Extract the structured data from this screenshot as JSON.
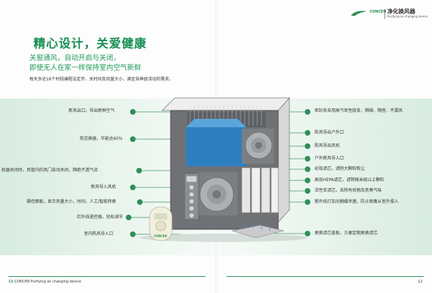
{
  "brand": {
    "logo_text": "CONCEN",
    "title": "净化换风器",
    "tagline": "Purifying an changing device",
    "color": "#2b8c53"
  },
  "headline": "精心设计，关爱健康",
  "subheads": [
    "关窗通风，自动开启与关闭，",
    "即使无人在家一样保持室内空气新鲜"
  ],
  "description": "每天多达16个时段编程设定开、关时间及风量大小，满足各种居活动的需求。",
  "left_callouts": [
    {
      "label": "新风出口，导出新鲜空气"
    },
    {
      "label": "热交换器，节能达60%"
    },
    {
      "label": "机器关闭时，风管内的风门自动关闭，隔绝不透气流"
    },
    {
      "label": "新风导入风机"
    },
    {
      "label": "操控面板，显示风量大小，时间，人工/智能转换"
    },
    {
      "label": "红外线遥控器，轻松调节"
    },
    {
      "label": "室内陈风导入口"
    }
  ],
  "right_callouts": [
    {
      "label": "密封条采用高气密性胶条，隔噪、隔音、不漏风"
    },
    {
      "label": "陈风导出户外口"
    },
    {
      "label": "陈风导出风机"
    },
    {
      "label": "户外新风导入口"
    },
    {
      "label": "初效滤芯，滤除大颗粒粉尘"
    },
    {
      "label": "高效HEPA滤芯，滤除微米级以上颗粒"
    },
    {
      "label": "活性炭滤芯，去除有机物及恶臭气味"
    },
    {
      "label": "紫外线灯加光触媒杀菌，防止病毒从室外侵入"
    },
    {
      "label": "更换滤芯盖板，方便定期更换滤芯"
    }
  ],
  "remote_brand": "CONCEN",
  "footer": {
    "page_left_num": "11",
    "page_left_brand": "CONCEN",
    "page_left_tagline": "Purifying an changing device",
    "page_right_num": "12"
  },
  "colors": {
    "accent": "#178f52",
    "band": "#d8ece0",
    "dot": "#2f8f5b",
    "filter_blue": "#2e7fbf"
  }
}
